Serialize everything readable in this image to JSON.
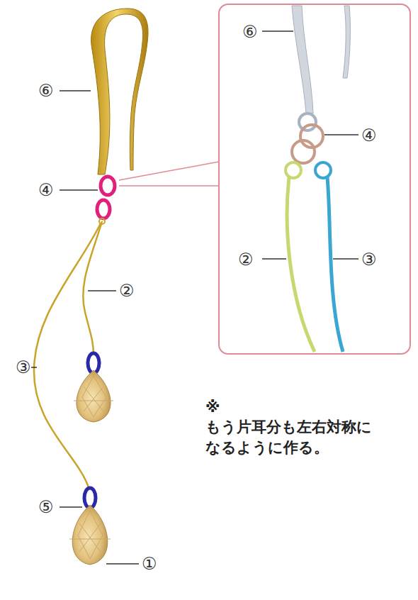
{
  "diagram": {
    "nodes": [
      {
        "text": [
          "⑥",
          "④",
          "②",
          "③"
        ]
      }
    ],
    "labels": [
      "⑥",
      "④",
      "②",
      "③",
      "⑤",
      "①",
      "※もう片耳分も左右対称に なるように作る。"
    ]
  }
}
